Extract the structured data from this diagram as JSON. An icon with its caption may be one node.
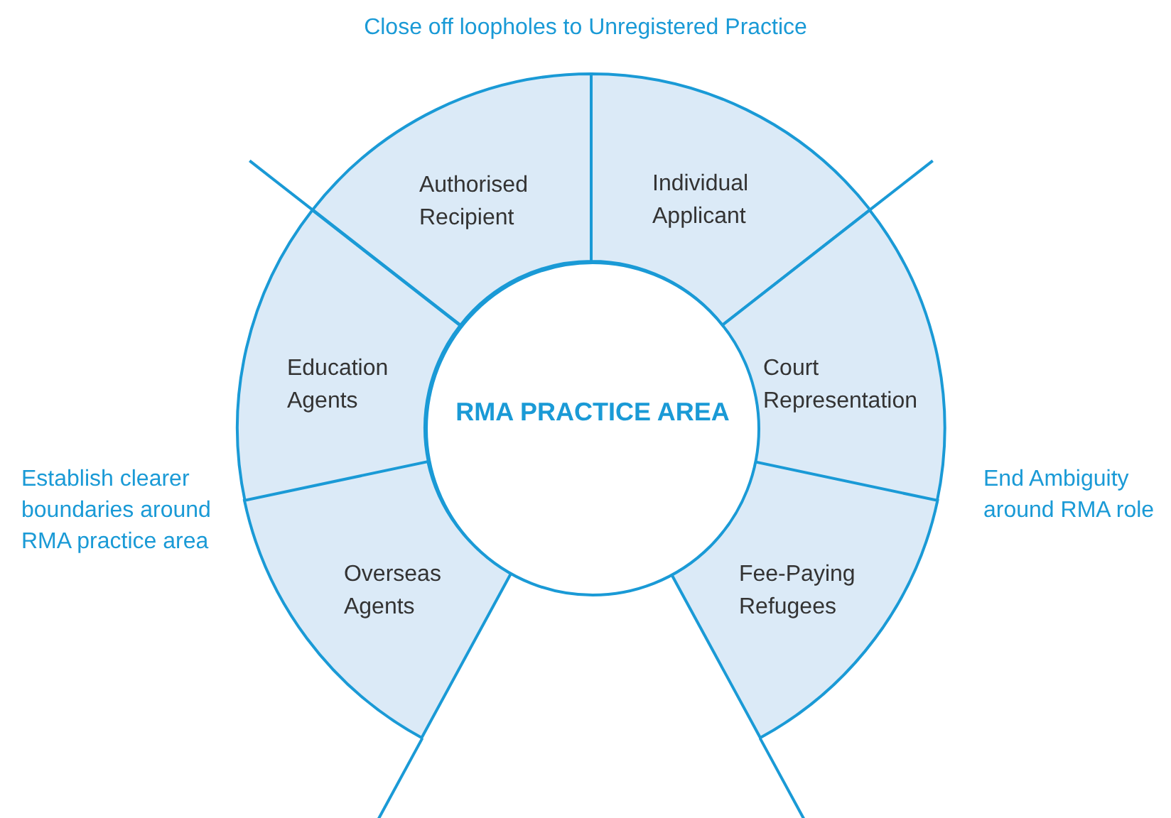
{
  "diagram": {
    "nodes": [
      {
        "text": [
          "RMA PRACTICE AREA"
        ]
      },
      {
        "text": [
          "Authorised Recipient"
        ]
      },
      {
        "text": [
          "Individual Applicant"
        ]
      },
      {
        "text": [
          "Education Agents"
        ]
      },
      {
        "text": [
          "Court Representation"
        ]
      },
      {
        "text": [
          "Overseas Agents"
        ]
      },
      {
        "text": [
          "Fee-Paying Refugees"
        ]
      }
    ],
    "labels": [
      "Close off loopholes to Unregistered Practice",
      "Establish clearer boundaries around RMA practice area",
      "End Ambiguity around RMA role"
    ]
  }
}
